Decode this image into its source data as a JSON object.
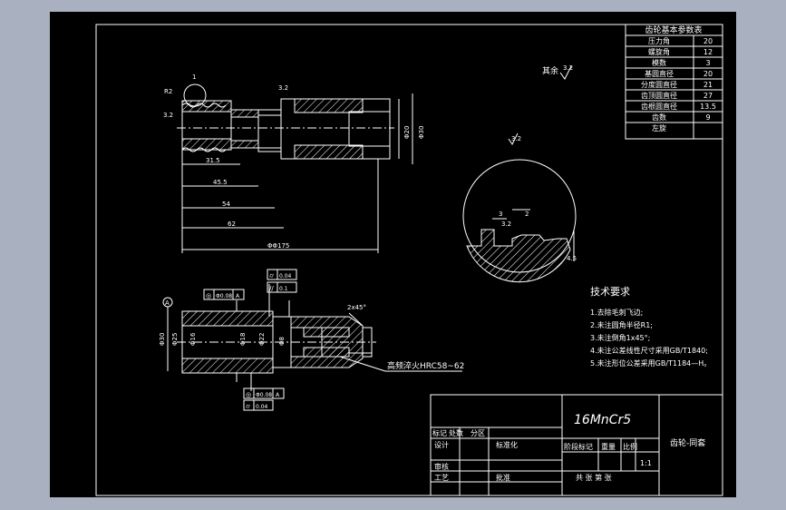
{
  "params_table": {
    "title": "齿轮基本参数表",
    "rows": [
      {
        "label": "压力角",
        "value": "20"
      },
      {
        "label": "螺旋角",
        "value": "12"
      },
      {
        "label": "模数",
        "value": "3"
      },
      {
        "label": "基圆直径",
        "value": "20"
      },
      {
        "label": "分度圆直径",
        "value": "21"
      },
      {
        "label": "齿顶圆直径",
        "value": "27"
      },
      {
        "label": "齿根圆直径",
        "value": "13.5"
      },
      {
        "label": "齿数",
        "value": "9"
      },
      {
        "label": "左旋",
        "value": ""
      }
    ]
  },
  "roughness_note": "其余",
  "roughness_value": "3.2",
  "section_roughness": "3.2",
  "tech_requirements": {
    "title": "技术要求",
    "items": [
      "1.去除毛刺飞边;",
      "2.未注圆角半径R1;",
      "3.未注倒角1x45°;",
      "4.未注公差线性尺寸采用GB/T1840;",
      "5.未注形位公差采用GB/T1184—H。"
    ]
  },
  "heat_treatment_note": "高频淬火HRC58~62",
  "chamfer_note": "2x45°",
  "datum_label": "A",
  "top_view_dims": [
    "R2",
    "3.2",
    "1",
    "31.5",
    "45.5",
    "54",
    "62",
    "ΦΦ175"
  ],
  "front_dims": {
    "d1": "Φ30",
    "d2": "Φ20",
    "d3": "Φ25",
    "d4": "Φ16",
    "d5": "Φ18",
    "d6": "Φ22",
    "d7": "Φ8"
  },
  "section_dims": [
    "3",
    "3.2",
    "2",
    "4.5"
  ],
  "tolerance_frames": [
    {
      "sym": "◎",
      "val": "Φ0.08",
      "ref": "A"
    },
    {
      "sym": "⌭",
      "val": "0.04",
      "ref": ""
    },
    {
      "sym": "//",
      "val": "0.1",
      "ref": ""
    },
    {
      "sym": "◎",
      "val": "Φ0.08",
      "ref": "A"
    },
    {
      "sym": "⌭",
      "val": "0.04",
      "ref": ""
    }
  ],
  "title_block": {
    "material": "16MnCr5",
    "part_name": "齿轮-同套",
    "labels": {
      "mark": "标记",
      "count": "处数",
      "zone": "分区",
      "design": "设计",
      "standardize": "标准化",
      "stage_mark": "阶段标记",
      "weight": "重量",
      "ratio": "比例",
      "review": "审核",
      "process": "工艺",
      "approve": "批准",
      "sheets": "共 张 第 张"
    },
    "scale": "1:1"
  }
}
